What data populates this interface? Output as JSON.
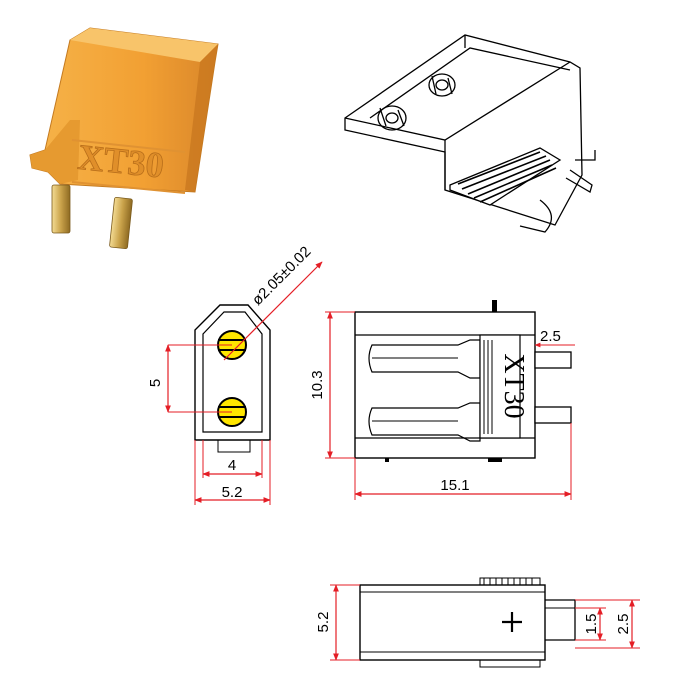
{
  "figure": {
    "photo": {
      "brand_text": "XT30",
      "body_color": "#f2a033",
      "body_shade": "#d9862a",
      "pin_color": "#c9a24a"
    },
    "line_color": "#000000",
    "dimension_color": "#e41e26",
    "pin_mark_color": "#ffe600",
    "dimensions": {
      "hole_diameter": "ø2.05±0.02",
      "pin_pitch": "5",
      "face_inner_width": "4",
      "face_outer_width": "5.2",
      "body_height": "10.3",
      "pin_offset": "2.5",
      "body_length": "15.1",
      "side_height": "5.2",
      "pin_thickness": "1.5",
      "pin_width": "2.5"
    },
    "side_label": "XT30"
  }
}
